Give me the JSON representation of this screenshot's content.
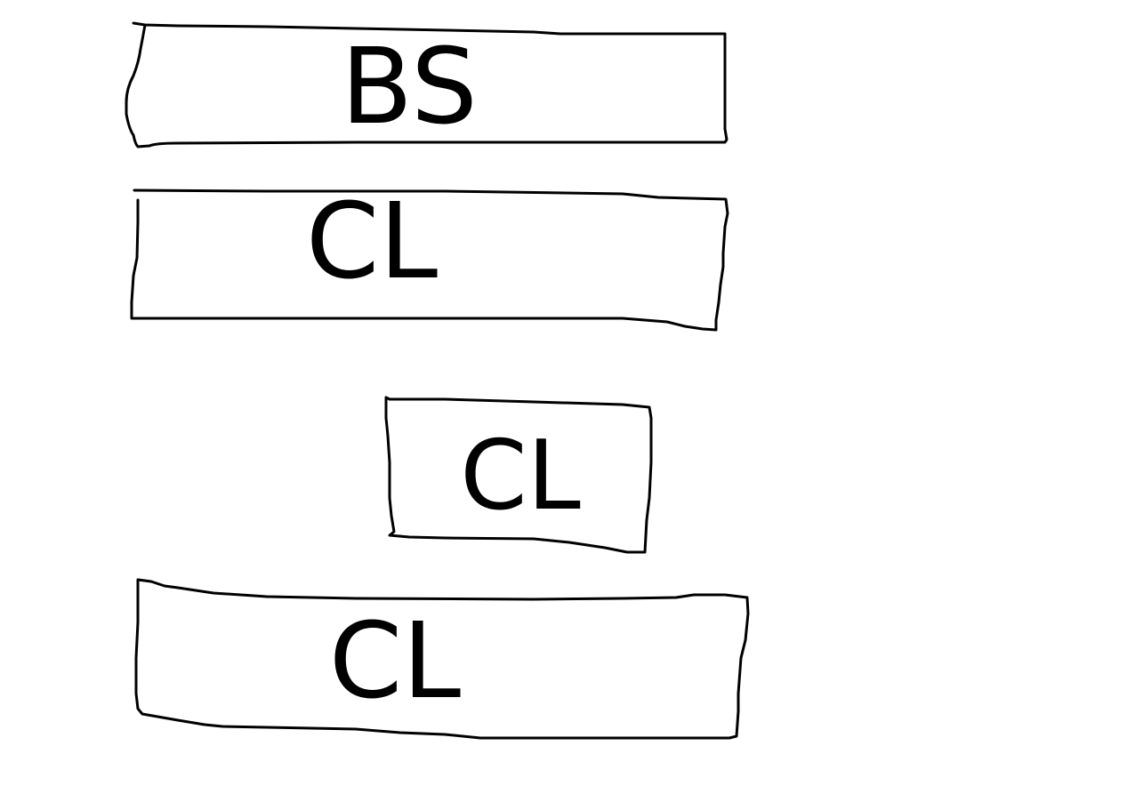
{
  "colors": {
    "background": "#ffffff",
    "ink": "#000000"
  },
  "boxes": [
    {
      "label": "BS"
    },
    {
      "label": "CL"
    },
    {
      "label": "CL"
    },
    {
      "label": "CL"
    }
  ]
}
